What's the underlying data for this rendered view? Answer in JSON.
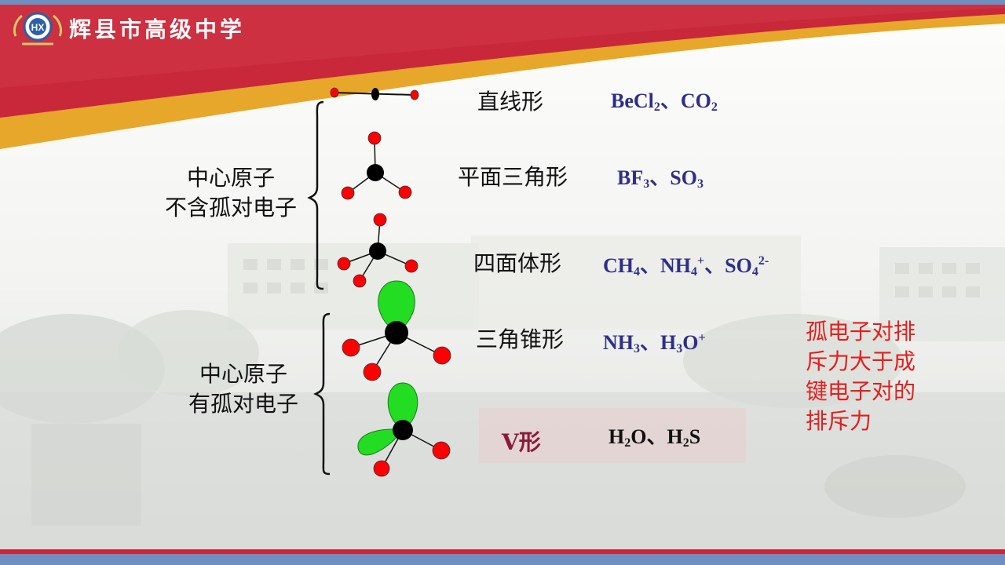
{
  "header": {
    "school_name": "辉县市高级中学",
    "logo_icon": "school-emblem-icon",
    "logo_text": "HX"
  },
  "colors": {
    "banner_red": "#c8283a",
    "banner_gold": "#e6a72a",
    "border_blue": "#6f8fc0",
    "atom_red": "#ff0000",
    "atom_black": "#000000",
    "lone_pair_green": "#22dd22",
    "formula_blue": "#2e2e8a",
    "note_red": "#e02020"
  },
  "groups": {
    "no_lone_pair": [
      "中心原子",
      "不含孤对电子"
    ],
    "with_lone_pair": [
      "中心原子",
      "有孤对电子"
    ]
  },
  "shapes": [
    {
      "name": "直线形",
      "formulas": [
        {
          "base": "BeCl",
          "sub": "2",
          "sup": "",
          "sep": "、"
        },
        {
          "base": "CO",
          "sub": "2",
          "sup": "",
          "sep": ""
        }
      ]
    },
    {
      "name": "平面三角形",
      "formulas": [
        {
          "base": "BF",
          "sub": "3",
          "sup": "",
          "sep": "、"
        },
        {
          "base": "SO",
          "sub": "3",
          "sup": "",
          "sep": ""
        }
      ]
    },
    {
      "name": "四面体形",
      "formulas": [
        {
          "base": "CH",
          "sub": "4",
          "sup": "",
          "sep": "、"
        },
        {
          "base": "NH",
          "sub": "4",
          "sup": "+",
          "sep": "、"
        },
        {
          "base": "SO",
          "sub": "4",
          "sup": "2-",
          "sep": ""
        }
      ]
    },
    {
      "name": "三角锥形",
      "formulas": [
        {
          "base": "NH",
          "sub": "3",
          "sup": "",
          "sep": "、"
        },
        {
          "base": "H",
          "sub": "3",
          "base2": "O",
          "sup": "+",
          "sep": ""
        }
      ]
    },
    {
      "name": "V形",
      "formulas": [
        {
          "base": "H",
          "sub": "2",
          "base2": "O",
          "sep": "、"
        },
        {
          "base": "H",
          "sub": "2",
          "base2": "S",
          "sep": ""
        }
      ]
    }
  ],
  "note": [
    "孤电子对排",
    "斥力大于成",
    "键电子对的",
    "排斥力"
  ]
}
